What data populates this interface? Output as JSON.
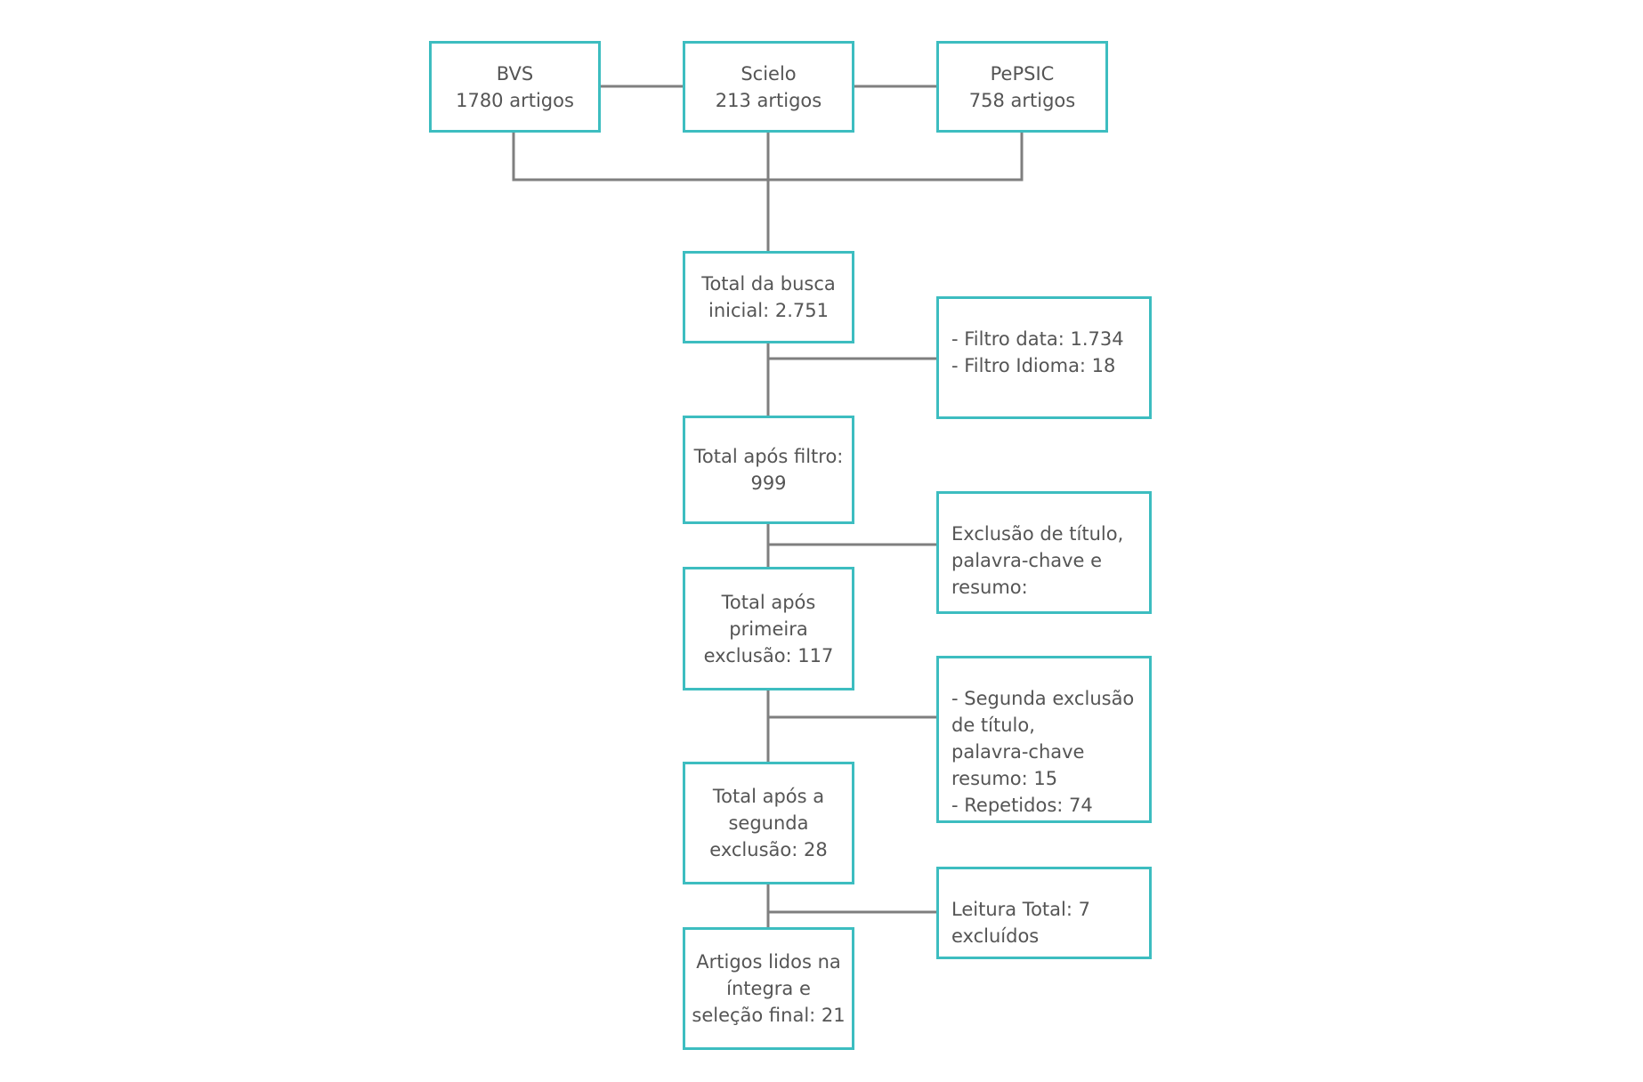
{
  "sources": [
    {
      "name": "BVS",
      "count": "1780 artigos"
    },
    {
      "name": "Scielo",
      "count": "213 artigos"
    },
    {
      "name": "PePSIC",
      "count": "758 artigos"
    }
  ],
  "steps": [
    {
      "lines": [
        "Total da busca",
        "inicial: 2.751"
      ]
    },
    {
      "lines": [
        "Total após filtro:",
        "999"
      ]
    },
    {
      "lines": [
        "Total após",
        "primeira",
        "exclusão: 117"
      ]
    },
    {
      "lines": [
        "Total após a",
        "segunda",
        "exclusão: 28"
      ]
    },
    {
      "lines": [
        "Artigos lidos na",
        "íntegra e",
        "seleção final: 21"
      ]
    }
  ],
  "exclusions": [
    {
      "lines": [
        "- Filtro data: 1.734",
        "- Filtro Idioma: 18"
      ]
    },
    {
      "lines": [
        "Exclusão de título,",
        "palavra-chave e",
        "resumo:"
      ]
    },
    {
      "lines": [
        "- Segunda exclusão",
        "de título,",
        "palavra-chave",
        "resumo: 15",
        "- Repetidos: 74"
      ]
    },
    {
      "lines": [
        "Leitura Total: 7",
        "excluídos"
      ]
    }
  ]
}
